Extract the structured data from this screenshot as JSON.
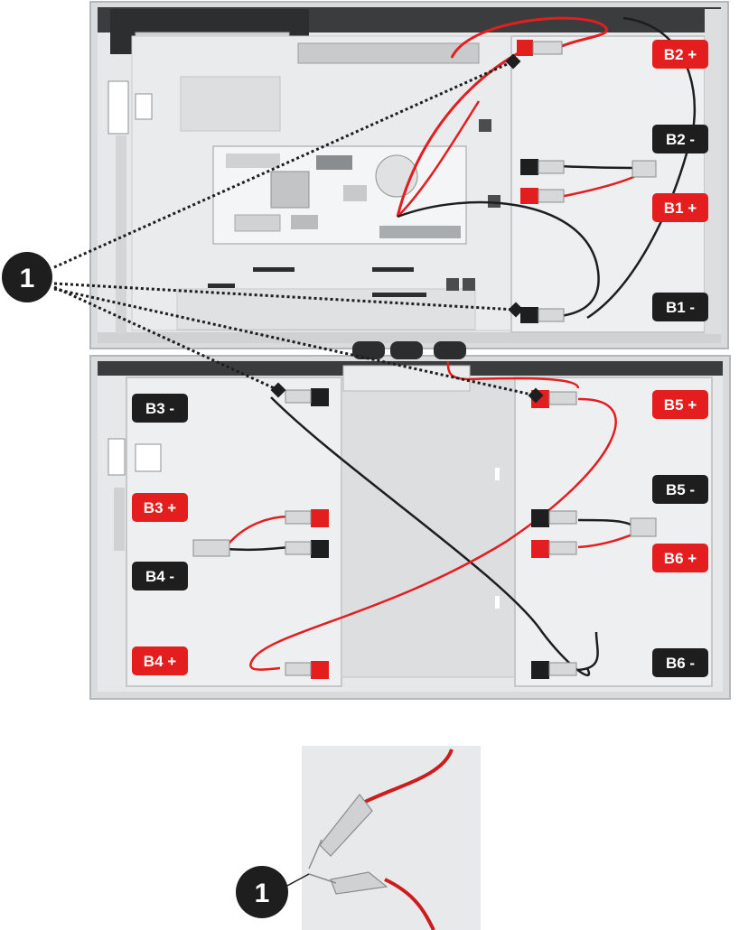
{
  "callout": "1",
  "labels": {
    "b2_pos": "B2 +",
    "b2_neg": "B2 -",
    "b1_pos": "B1 +",
    "b1_neg": "B1 -",
    "b3_neg": "B3 -",
    "b3_pos": "B3 +",
    "b4_neg": "B4 -",
    "b4_pos": "B4 +",
    "b5_pos": "B5 +",
    "b5_neg": "B5 -",
    "b6_pos": "B6 +",
    "b6_neg": "B6 -"
  },
  "colors": {
    "positive": "#e41e1e",
    "negative": "#1e1e1e",
    "cabinet": "#e4e6e8",
    "panel": "#eeeff0"
  }
}
